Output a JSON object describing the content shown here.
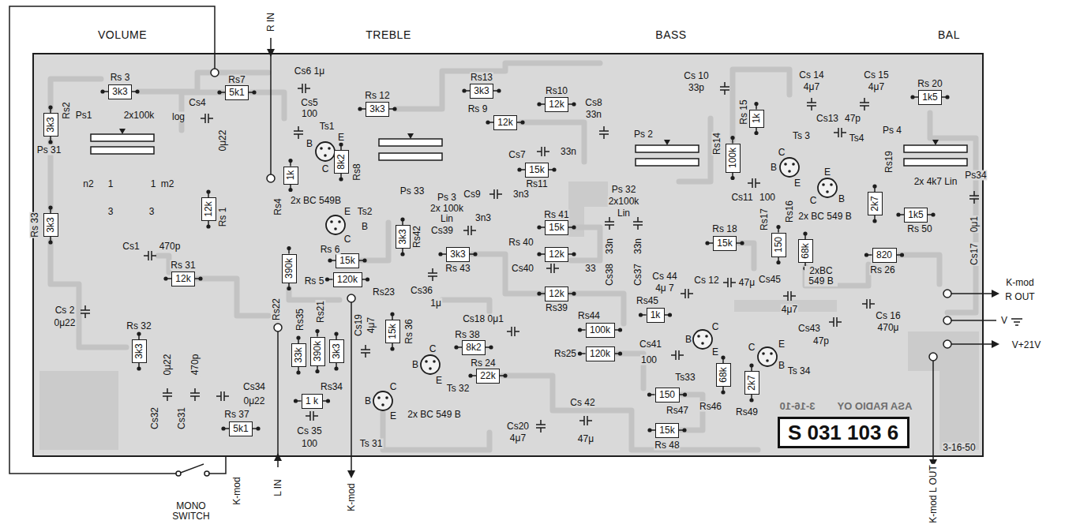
{
  "diagram": {
    "nodes": [
      {
        "text": [
          "3k3"
        ]
      },
      {
        "text": [
          "3k3"
        ]
      },
      {
        "text": [
          "5k1"
        ]
      },
      {
        "text": [
          "3k3"
        ]
      },
      {
        "text": [
          "3k3"
        ]
      },
      {
        "text": [
          "12k"
        ]
      },
      {
        "text": [
          "12k"
        ]
      },
      {
        "text": [
          "1k"
        ]
      },
      {
        "text": [
          "1k5"
        ]
      },
      {
        "text": [
          "100k"
        ]
      },
      {
        "text": [
          "8k2"
        ]
      },
      {
        "text": [
          "15k"
        ]
      },
      {
        "text": [
          "1k"
        ]
      },
      {
        "text": [
          "12k"
        ]
      },
      {
        "text": [
          "2k7"
        ]
      },
      {
        "text": [
          "1k5"
        ]
      },
      {
        "text": [
          "3k3"
        ]
      },
      {
        "text": [
          "15k"
        ]
      },
      {
        "text": [
          "3k3"
        ]
      },
      {
        "text": [
          "15k"
        ]
      },
      {
        "text": [
          "150"
        ]
      },
      {
        "text": [
          "68k"
        ]
      },
      {
        "text": [
          "3k3"
        ]
      },
      {
        "text": [
          "12k"
        ]
      },
      {
        "text": [
          "820"
        ]
      },
      {
        "text": [
          "15k"
        ]
      },
      {
        "text": [
          "390k"
        ]
      },
      {
        "text": [
          "12k"
        ]
      },
      {
        "text": [
          "120k"
        ]
      },
      {
        "text": [
          "12k"
        ]
      },
      {
        "text": [
          "1k"
        ]
      },
      {
        "text": [
          "100k"
        ]
      },
      {
        "text": [
          "15k"
        ]
      },
      {
        "text": [
          "33k"
        ]
      },
      {
        "text": [
          "390k"
        ]
      },
      {
        "text": [
          "3k3"
        ]
      },
      {
        "text": [
          "3k3"
        ]
      },
      {
        "text": [
          "8k2"
        ]
      },
      {
        "text": [
          "120k"
        ]
      },
      {
        "text": [
          "68k"
        ]
      },
      {
        "text": [
          "2k7"
        ]
      },
      {
        "text": [
          "22k"
        ]
      },
      {
        "text": [
          "150"
        ]
      },
      {
        "text": [
          "1 k"
        ]
      },
      {
        "text": [
          "5k1"
        ]
      },
      {
        "text": [
          "15k"
        ]
      },
      {
        "text": [
          "S 031 103 6"
        ]
      }
    ],
    "labels": [
      "VOLUME",
      "R IN",
      "TREBLE",
      "BASS",
      "BAL",
      "Rs 3",
      "Rs2",
      "Rs7",
      "Cs6 1μ",
      "Cs5",
      "100",
      "Cs4",
      "0μ22",
      "Ps1",
      "2x100k",
      "log",
      "Ps 31",
      "n2",
      "1",
      "1",
      "m2",
      "3",
      "3",
      "Rs 33",
      "Rs 1",
      "Rs4",
      "Rs8",
      "Ts1",
      "E",
      "B",
      "C",
      "2x BC 549B",
      "E",
      "Ts2",
      "B",
      "C",
      "Rs 12",
      "Rs13",
      "Rs10",
      "Rs 9",
      "Cs8",
      "33n",
      "Cs7",
      "33n",
      "Rs11",
      "Ps 3",
      "2x 100k",
      "Lin",
      "Ps 33",
      "Cs9",
      "3n3",
      "Cs39",
      "3n3",
      "Rs 41",
      "Rs 40",
      "Cs40",
      "33",
      "Rs 43",
      "Rs42",
      "Rs 6",
      "Rs 5",
      "Rs23",
      "Rs39",
      "Cs36",
      "1μ",
      "Rs22",
      "Rs35",
      "Rs21",
      "Cs19",
      "4μ7",
      "Rs 36",
      "Rs 38",
      "Cs18 0μ1",
      "Rs 24",
      "Ts 32",
      "C",
      "B",
      "E",
      "B",
      "C",
      "E",
      "Ts 31",
      "2x BC 549 B",
      "Rs34",
      "Cs 35",
      "100",
      "Rs 37",
      "Cs34",
      "0μ22",
      "Cs1",
      "470p",
      "Rs 31",
      "Cs 2",
      "0μ22",
      "Rs 32",
      "Cs32",
      "0μ22",
      "Cs31",
      "470p",
      "Cs20",
      "4μ7",
      "Cs 42",
      "47μ",
      "Rs44",
      "Rs45",
      "Rs25",
      "Cs41",
      "100",
      "Rs47",
      "Rs 48",
      "Ts33",
      "B",
      "C",
      "E",
      "Rs46",
      "Rs49",
      "Ts 34",
      "E",
      "C",
      "B",
      "2xBC 549 B",
      "Cs 44",
      "4μ 7",
      "Cs 12",
      "47μ",
      "Cs45",
      "4μ7",
      "Cs 16",
      "470μ",
      "Cs43",
      "47p",
      "Rs 26",
      "Rs 18",
      "Rs17",
      "Rs16",
      "Rs14",
      "Rs 15",
      "Cs 10",
      "33p",
      "Cs11",
      "100",
      "Ts 3",
      "C",
      "B",
      "E",
      "Cs 14",
      "4μ7",
      "Cs 15",
      "4μ7",
      "Cs13",
      "47p",
      "Ts4",
      "E",
      "C",
      "B",
      "2x BC 549 B",
      "Rs19",
      "Rs 20",
      "Ps 4",
      "Ps34",
      "2x 4k7 Lin",
      "Rs 50",
      "Cs17",
      "0μ1",
      "K-mod",
      "R OUT",
      "V",
      "V+21V",
      "K-mod L OUT",
      "K-mod",
      "L IN",
      "K-mod",
      "MONO SWITCH",
      "ASA RADIO OY",
      "3-16-10",
      "3-16-50",
      "33n",
      "33n",
      "Cs38",
      "Cs37",
      "Ps 32",
      "2x100k",
      "Lin",
      "Ps 2"
    ]
  }
}
